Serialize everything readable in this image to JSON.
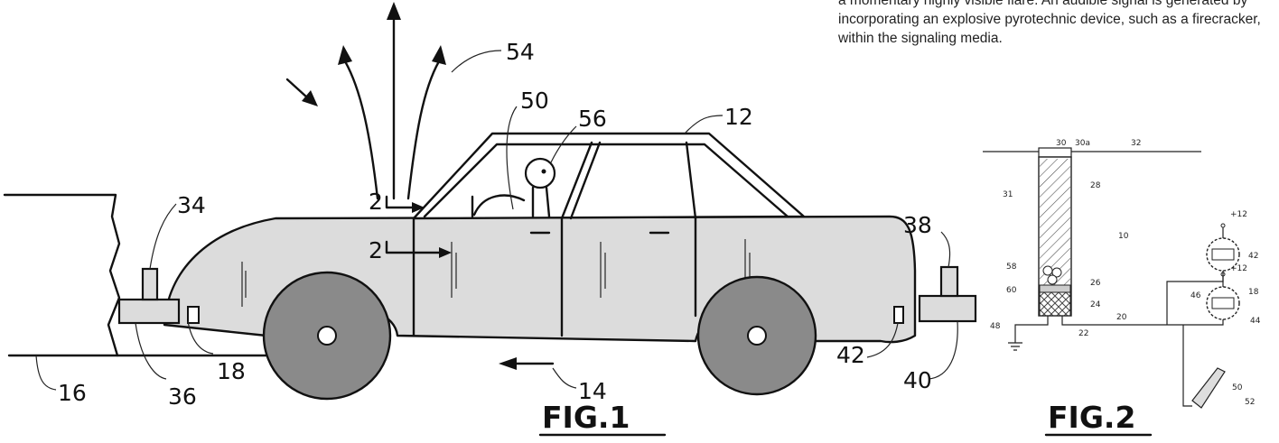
{
  "abstract_text": "a momentary highly visible flare. An audible signal is generated by incorporating an explosive pyrotechnic device, such as a firecracker, within the signaling media.",
  "figure1": {
    "title": "FIG.1",
    "refs": {
      "r54": "54",
      "r50": "50",
      "r56": "56",
      "r12": "12",
      "r34": "34",
      "r2a": "2",
      "r2b": "2",
      "r38": "38",
      "r18": "18",
      "r16": "16",
      "r36": "36",
      "r14": "14",
      "r42": "42",
      "r40": "40"
    }
  },
  "figure2": {
    "title": "FIG.2",
    "refs": {
      "r30": "30",
      "r30a": "30a",
      "r32": "32",
      "r31": "31",
      "r28": "28",
      "r10": "10",
      "r58": "58",
      "r26": "26",
      "r60": "60",
      "r24": "24",
      "r20": "20",
      "r48": "48",
      "r22": "22",
      "r42": "42",
      "r18": "18",
      "r46": "46",
      "r44": "44",
      "r50": "50",
      "r52": "52",
      "plus12a": "+12",
      "plus12b": "+12"
    }
  },
  "colors": {
    "body_fill": "#dcdcdc",
    "wheel_fill": "#8a8a8a",
    "ink": "#111111"
  }
}
